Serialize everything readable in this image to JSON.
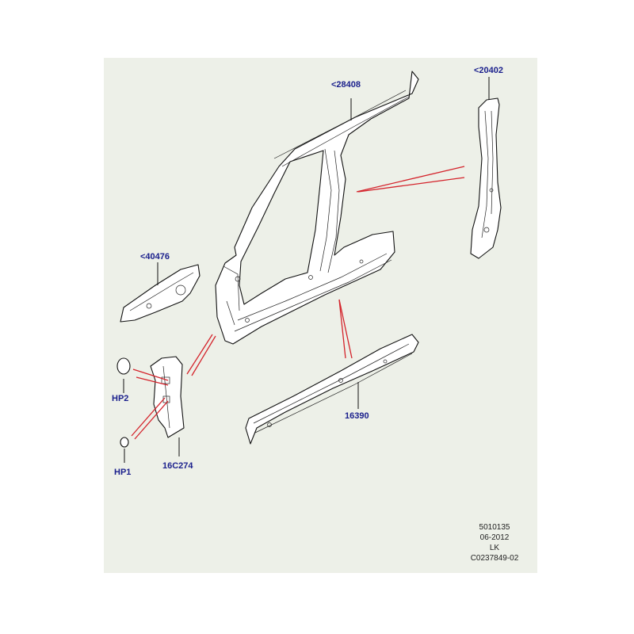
{
  "callouts": {
    "c28408": "<28408",
    "c20402": "<20402",
    "c40476": "<40476",
    "cHP2": "HP2",
    "cHP1": "HP1",
    "c16C274": "16C274",
    "c16390": "16390"
  },
  "stamp": {
    "line1": "5010135",
    "line2": "06-2012",
    "line3": "LK",
    "line4": "C0237849-02"
  },
  "colors": {
    "background": "#edf0e8",
    "callout_text": "#1a1f8c",
    "indicator_lines": "#d4232b"
  }
}
